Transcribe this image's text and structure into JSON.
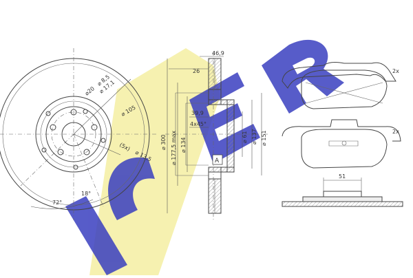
{
  "brand": {
    "logo_text": "ICER",
    "logo_color": "#3a3fc0",
    "band_color": "#f6f1b0"
  },
  "disc_front": {
    "labels": {
      "hole_small": "⌀20",
      "hole_small_dim": "⌀ 8,5",
      "hole_small_dim2": "⌀ 17,1",
      "pcd": "⌀ 105",
      "bolt_count": "(5x)",
      "bolt_dia": "⌀ 13,5",
      "angle_a": "72°",
      "angle_b": "18°"
    }
  },
  "disc_section": {
    "labels": {
      "thickness_total": "46,9",
      "hat_depth": "26",
      "bore_chamfer_dia": "39,9",
      "chamfer": "4x45°",
      "outer_dia": "⌀ 300",
      "max_dia": "⌀ 177,5 max",
      "hat_dia": "⌀ 134",
      "center_bore": "⌀ 61",
      "inner_dia": "⌀ 137",
      "bolt_circle": "⌀ 151",
      "marker": "A"
    }
  },
  "pads": {
    "qty_top": "2x",
    "qty_bottom": "2x",
    "width_dim": "51"
  }
}
